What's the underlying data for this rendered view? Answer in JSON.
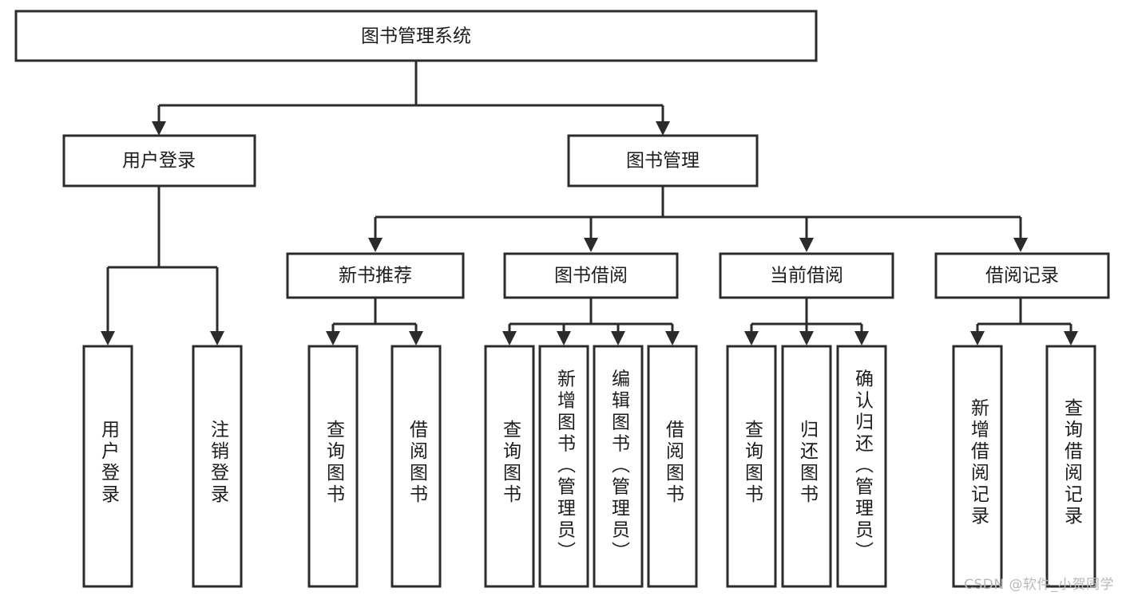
{
  "diagram": {
    "title": "图书管理系统",
    "type": "tree",
    "watermark": "CSDN @软件_小贺同学",
    "colors": {
      "stroke": "#2b2b2b",
      "fill": "#ffffff",
      "text": "#1c1c1c",
      "watermark": "#b9b9b9",
      "background": "#ffffff"
    },
    "root": {
      "label": "图书管理系统"
    },
    "level2": [
      {
        "label": "用户登录"
      },
      {
        "label": "图书管理"
      }
    ],
    "level3": [
      {
        "label": "新书推荐"
      },
      {
        "label": "图书借阅"
      },
      {
        "label": "当前借阅"
      },
      {
        "label": "借阅记录"
      }
    ],
    "leaves": {
      "user_login": [
        {
          "label": "用户登录"
        },
        {
          "label": "注销登录"
        }
      ],
      "new_book_recommend": [
        {
          "label": "查询图书"
        },
        {
          "label": "借阅图书"
        }
      ],
      "book_borrow": [
        {
          "label": "查询图书"
        },
        {
          "label": "新增图书（管理员）"
        },
        {
          "label": "编辑图书（管理员）"
        },
        {
          "label": "借阅图书"
        }
      ],
      "current_borrow": [
        {
          "label": "查询图书"
        },
        {
          "label": "归还图书"
        },
        {
          "label": "确认归还（管理员）"
        }
      ],
      "borrow_record": [
        {
          "label": "新增借阅记录"
        },
        {
          "label": "查询借阅记录"
        }
      ]
    }
  }
}
